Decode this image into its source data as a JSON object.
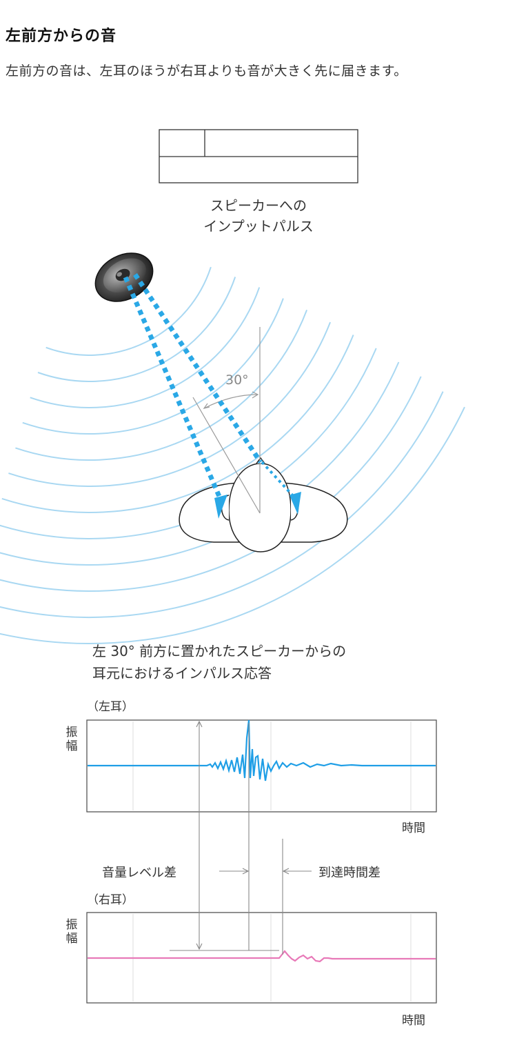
{
  "heading": {
    "title": "左前方からの音",
    "subtitle": "左前方の音は、左耳のほうが右耳よりも音が大きく先に届きます。"
  },
  "pulse": {
    "caption_line1": "スピーカーへの",
    "caption_line2": "インプットパルス"
  },
  "scene": {
    "angle_label": "30°",
    "icons": [
      "speaker-icon",
      "listener-head-icon"
    ],
    "wave_color": "#a9d8f2",
    "ray_color": "#2aa8e6"
  },
  "response": {
    "caption_line1": "左 30°  前方に置かれたスピーカーからの",
    "caption_line2": "耳元におけるインパルス応答",
    "left_ear": {
      "label": "（左耳）",
      "y_label": "振幅",
      "x_label": "時間",
      "color": "#1e9ee6"
    },
    "right_ear": {
      "label": "（右耳）",
      "y_label": "振幅",
      "x_label": "時間",
      "color": "#e879b8"
    },
    "level_diff_label": "音量レベル差",
    "time_diff_label": "到達時間差"
  }
}
